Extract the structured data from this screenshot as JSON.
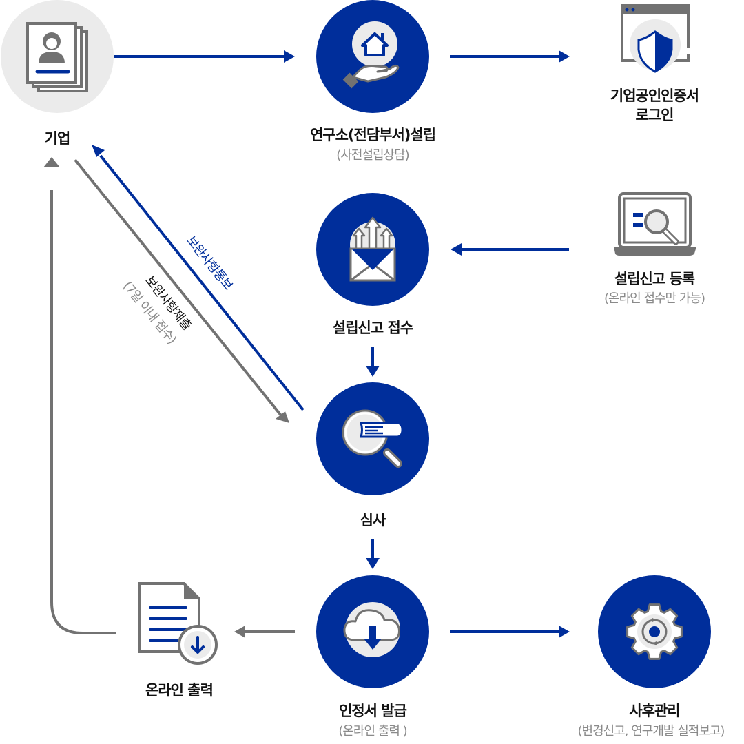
{
  "colors": {
    "primary": "#002E9B",
    "gray": "#727272",
    "light_gray": "#EBEBEB",
    "text": "#111111",
    "subtext": "#8A8A8A"
  },
  "nodes": {
    "company": {
      "title": "기업",
      "icon": "profile-document-icon"
    },
    "lab_setup": {
      "title": "연구소(전담부서)설립",
      "subtitle": "(사전설립상담)",
      "icon": "hand-house-icon"
    },
    "cert_login": {
      "title_line1": "기업공인인증서",
      "title_line2": "로그인",
      "icon": "browser-shield-icon"
    },
    "report_register": {
      "title": "설립신고 등록",
      "subtitle": "(온라인 접수만 가능)",
      "icon": "laptop-search-icon"
    },
    "report_receive": {
      "title": "설립신고 접수",
      "icon": "envelope-upload-icon"
    },
    "review": {
      "title": "심사",
      "icon": "magnifier-document-icon"
    },
    "cert_issue": {
      "title": "인정서 발급",
      "subtitle": "(온라인 출력 )",
      "icon": "cloud-download-icon"
    },
    "online_print": {
      "title": "온라인 출력",
      "icon": "document-download-icon"
    },
    "post_management": {
      "title": "사후관리",
      "subtitle": "(변경신고, 연구개발 실적보고)",
      "icon": "gear-cycle-icon"
    }
  },
  "edges": {
    "supplement_notice": {
      "label": "보완사항통보"
    },
    "supplement_submit": {
      "label": "보완사항제출",
      "sublabel": "(7일 이내 접수)"
    }
  }
}
